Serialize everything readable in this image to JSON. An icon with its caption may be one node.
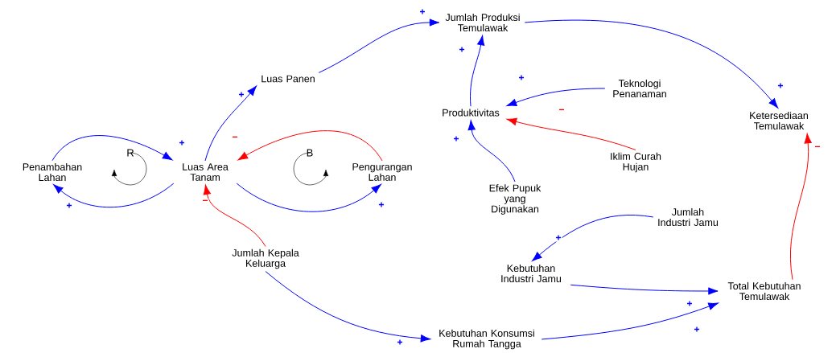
{
  "diagram": {
    "nodes": [
      {
        "text": [
          "Jumlah Produksi Temulawak"
        ]
      },
      {
        "text": [
          "Luas Panen"
        ]
      },
      {
        "text": [
          "Teknologi Penanaman"
        ]
      },
      {
        "text": [
          "Produktivitas"
        ]
      },
      {
        "text": [
          "Ketersediaan Temulawak"
        ]
      },
      {
        "text": [
          "Iklim Curah Hujan"
        ]
      },
      {
        "text": [
          "Penambahan Lahan"
        ]
      },
      {
        "text": [
          "Luas Area Tanam"
        ]
      },
      {
        "text": [
          "Pengurangan Lahan"
        ]
      },
      {
        "text": [
          "Efek Pupuk yang Digunakan"
        ]
      },
      {
        "text": [
          "Jumlah Industri Jamu"
        ]
      },
      {
        "text": [
          "Jumlah Kepala Keluarga"
        ]
      },
      {
        "text": [
          "Kebutuhan Industri Jamu"
        ]
      },
      {
        "text": [
          "Total Kebutuhan Temulawak"
        ]
      },
      {
        "text": [
          "Kebutuhan Konsumsi Rumah Tangga"
        ]
      }
    ],
    "edges": [
      {
        "from": 6,
        "to": 7,
        "arrow": "to",
        "label": "+"
      },
      {
        "from": 7,
        "to": 6,
        "arrow": "to",
        "label": "+"
      },
      {
        "from": 7,
        "to": 8,
        "arrow": "to",
        "label": "+"
      },
      {
        "from": 8,
        "to": 7,
        "arrow": "to",
        "label": "−",
        "color": "#ff0000"
      },
      {
        "from": 11,
        "to": 7,
        "arrow": "to",
        "label": "−",
        "color": "#ff0000"
      },
      {
        "from": 7,
        "to": 1,
        "arrow": "to",
        "label": "+"
      },
      {
        "from": 1,
        "to": 0,
        "arrow": "to",
        "label": "+"
      },
      {
        "from": 3,
        "to": 0,
        "arrow": "to",
        "label": "+"
      },
      {
        "from": 2,
        "to": 3,
        "arrow": "to",
        "label": "+"
      },
      {
        "from": 5,
        "to": 3,
        "arrow": "to",
        "label": "−",
        "color": "#ff0000"
      },
      {
        "from": 9,
        "to": 3,
        "arrow": "to",
        "label": "+"
      },
      {
        "from": 0,
        "to": 4,
        "arrow": "to",
        "label": "+"
      },
      {
        "from": 13,
        "to": 4,
        "arrow": "to",
        "label": "−",
        "color": "#ff0000"
      },
      {
        "from": 10,
        "to": 12,
        "arrow": "to",
        "label": "+"
      },
      {
        "from": 12,
        "to": 13,
        "arrow": "to",
        "label": "+"
      },
      {
        "from": 11,
        "to": 14,
        "arrow": "to",
        "label": "+"
      },
      {
        "from": 14,
        "to": 13,
        "arrow": "to",
        "label": "+"
      }
    ],
    "labels": [
      "R",
      "B"
    ]
  }
}
